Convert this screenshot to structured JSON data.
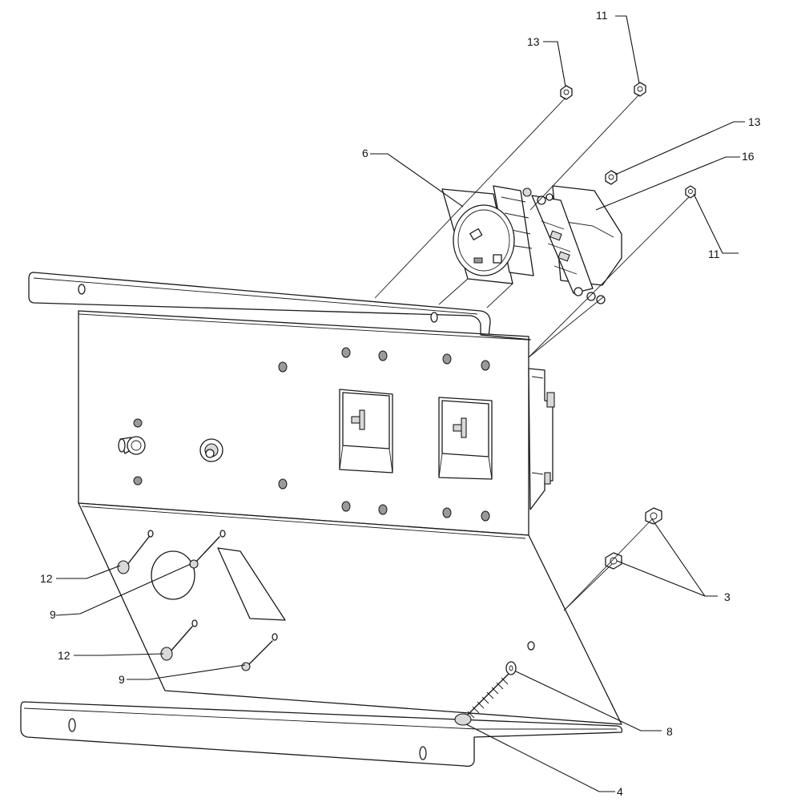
{
  "callouts": [
    {
      "id": "c13a",
      "label": "13"
    },
    {
      "id": "c11a",
      "label": "11"
    },
    {
      "id": "c13b",
      "label": "13"
    },
    {
      "id": "c16",
      "label": "16"
    },
    {
      "id": "c6",
      "label": "6"
    },
    {
      "id": "c11b",
      "label": "11"
    },
    {
      "id": "c3",
      "label": "3"
    },
    {
      "id": "c12a",
      "label": "12"
    },
    {
      "id": "c9a",
      "label": "9"
    },
    {
      "id": "c12b",
      "label": "12"
    },
    {
      "id": "c9b",
      "label": "9"
    },
    {
      "id": "c8",
      "label": "8"
    },
    {
      "id": "c4",
      "label": "4"
    }
  ]
}
